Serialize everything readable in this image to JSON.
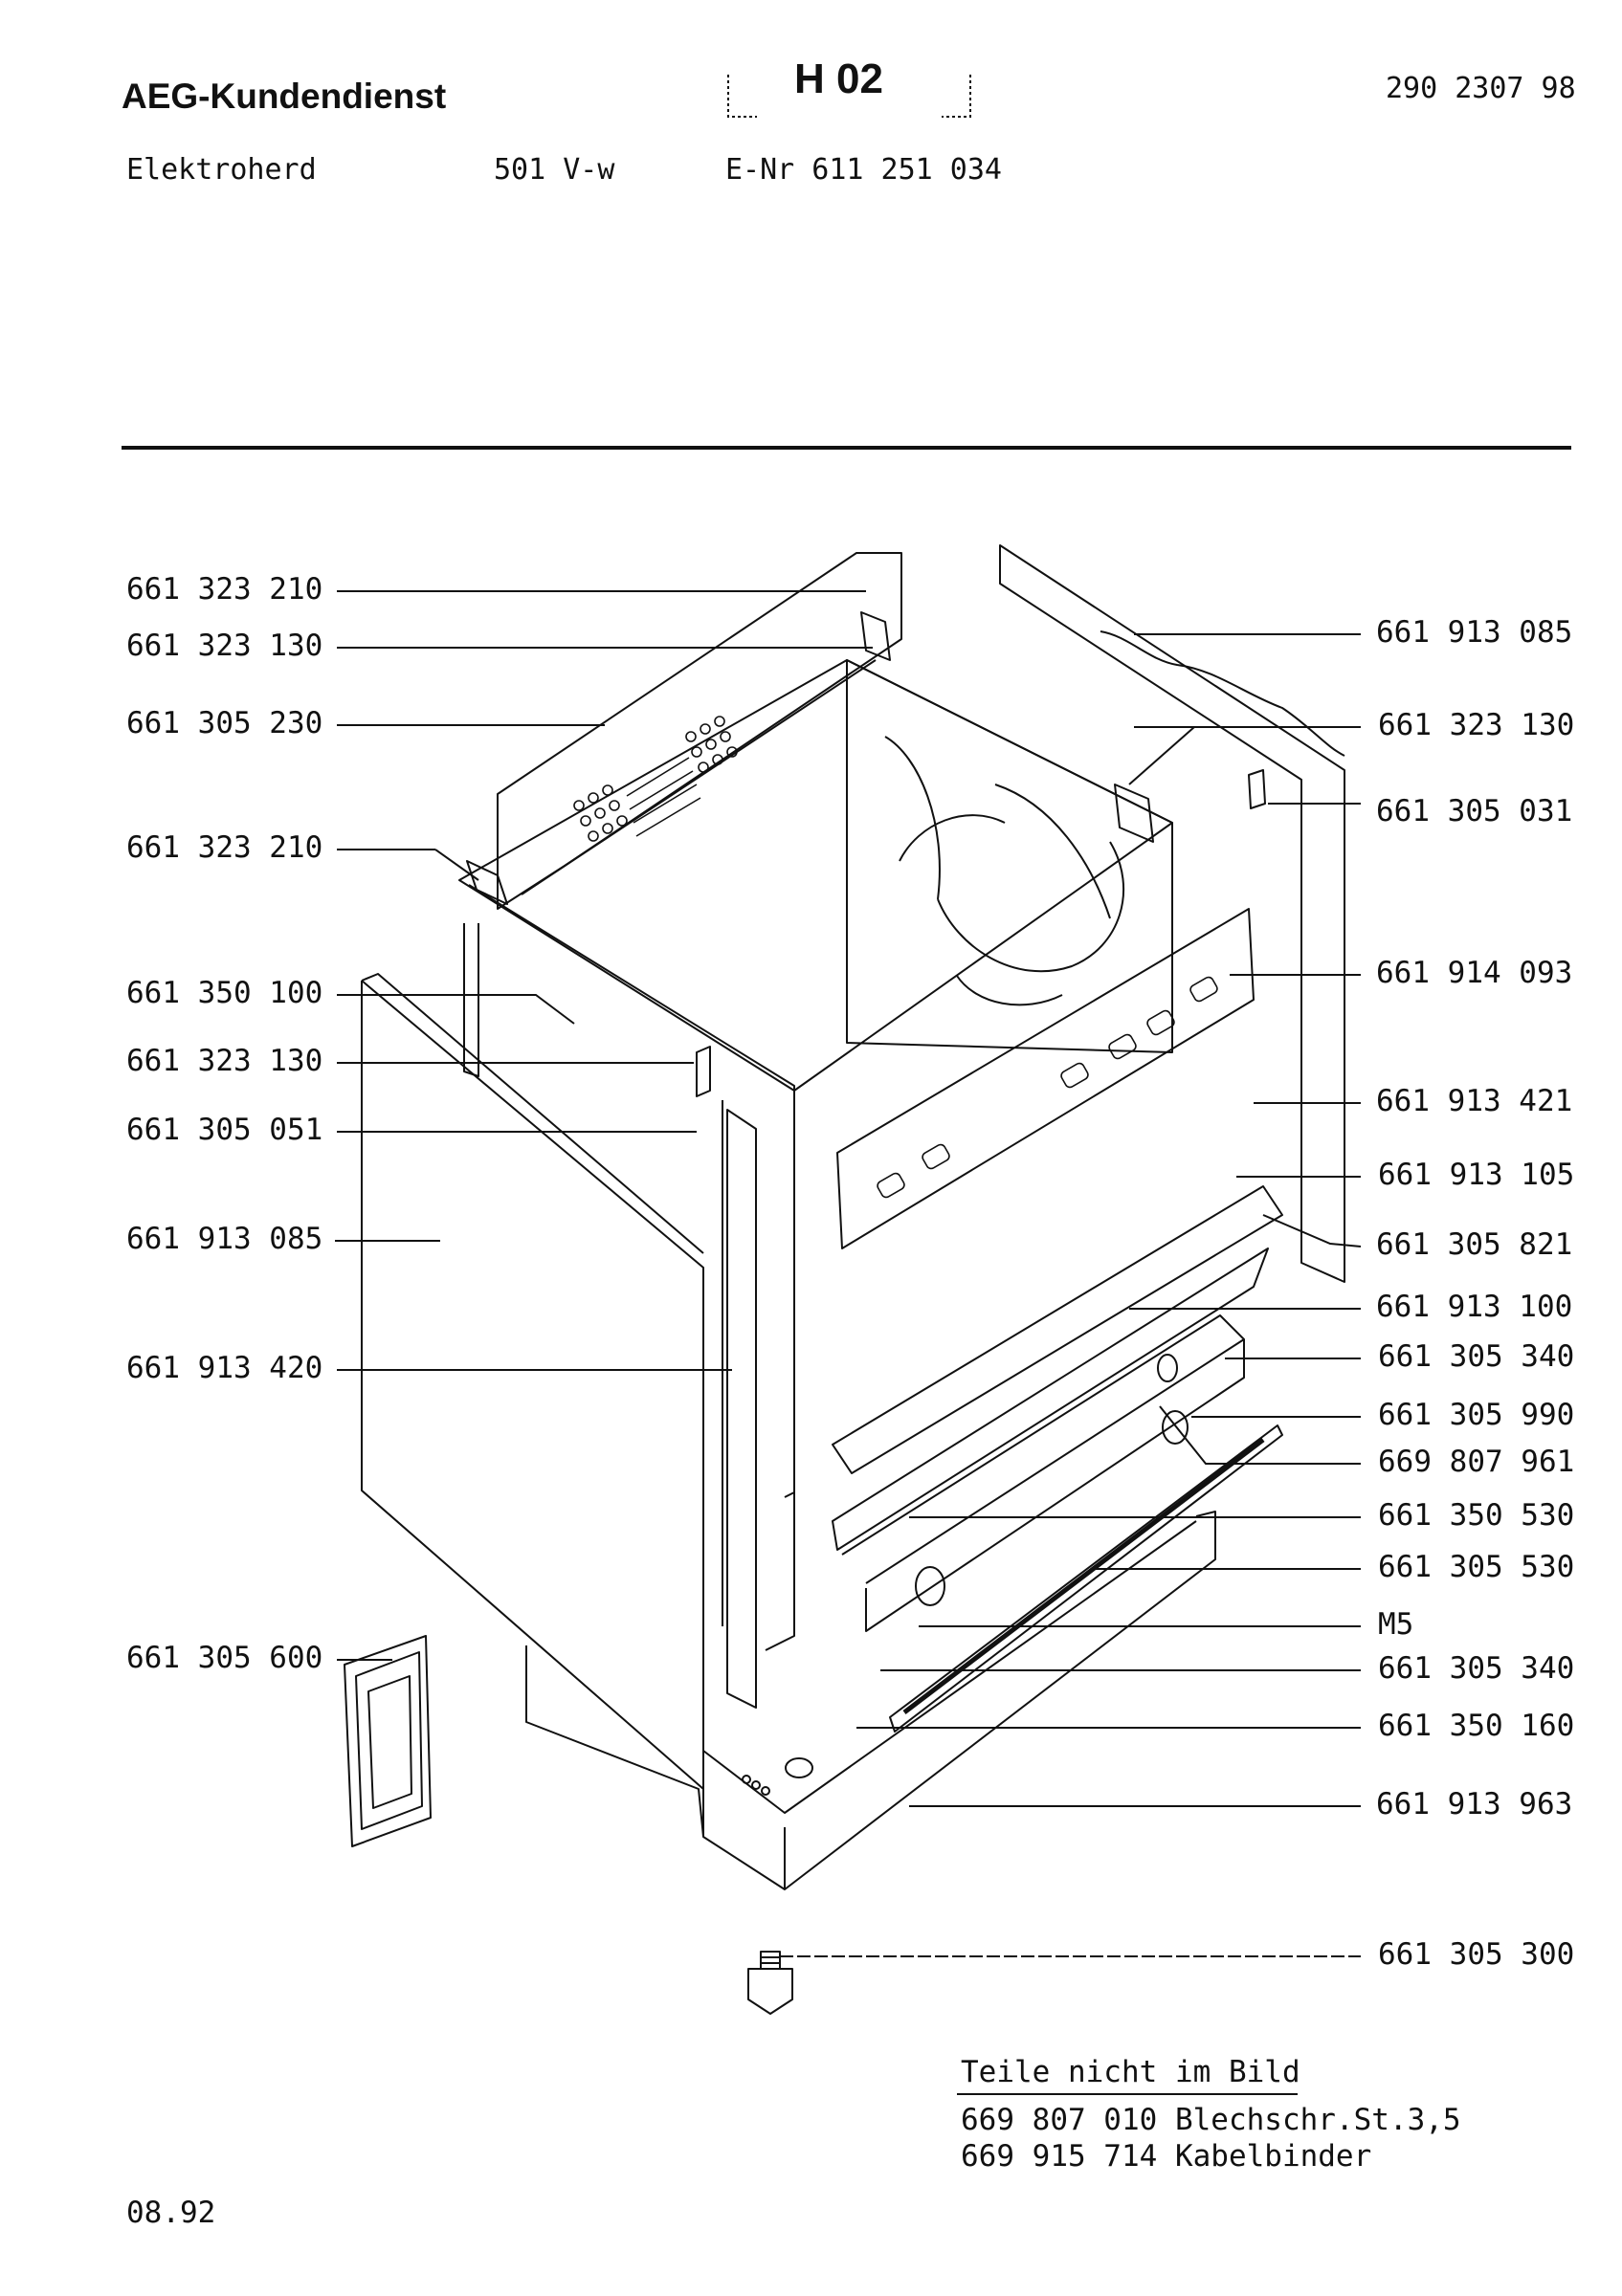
{
  "header": {
    "brand": "AEG-Kundendienst",
    "page_code": "H 02",
    "doc_number": "290 2307 98",
    "product_type": "Elektroherd",
    "model": "501 V-w",
    "e_number": "E-Nr 611 251 034"
  },
  "left_parts": [
    "661 323 210",
    "661 323 130",
    "661 305 230",
    "661 323 210",
    "661 350 100",
    "661 323 130",
    "661 305 051",
    "661 913 085",
    "661 913 420",
    "661 305 600"
  ],
  "right_parts": [
    "661 913 085",
    "661 323 130",
    "661 305 031",
    "661 914 093",
    "661 913 421",
    "661 913 105",
    "661 305 821",
    "661 913 100",
    "661 305 340",
    "661 305 990",
    "669 807 961",
    "661 350 530",
    "661 305 530",
    "M5",
    "661 305 340",
    "661 350 160",
    "661 913 963",
    "661 305 300"
  ],
  "not_shown": {
    "heading": "Teile nicht im Bild",
    "items": [
      "669 807 010 Blechschr.St.3,5",
      "669 915 714 Kabelbinder"
    ]
  },
  "footer": {
    "date": "08.92"
  }
}
